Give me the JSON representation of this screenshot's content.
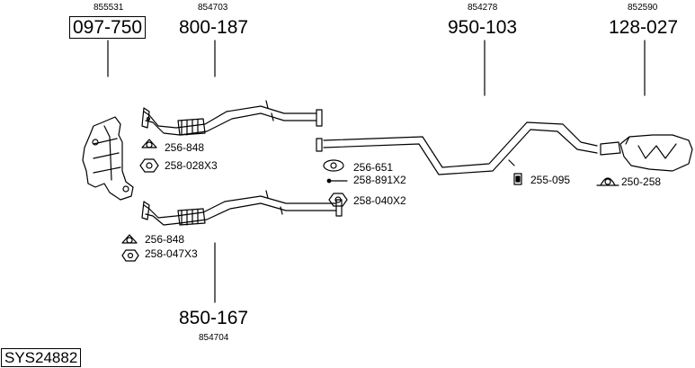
{
  "parts": {
    "catalyst": {
      "small": "855531",
      "big": "097-750"
    },
    "front_pipe_upper": {
      "small": "854703",
      "big": "800-187"
    },
    "center_pipe": {
      "small": "854278",
      "big": "950-103"
    },
    "rear_silencer": {
      "small": "852590",
      "big": "128-027"
    },
    "front_pipe_lower": {
      "small": "854704",
      "big": "850-167"
    }
  },
  "accessories": {
    "gasket_upper": "256-848",
    "nut_upper": "258-028X3",
    "gasket_center": "256-651",
    "bolt_center": "258-891X2",
    "nut_center": "258-040X2",
    "hanger": "255-095",
    "clamp_rear": "250-258",
    "gasket_lower": "256-848",
    "nut_lower": "258-047X3"
  },
  "system_code": "SYS24882"
}
